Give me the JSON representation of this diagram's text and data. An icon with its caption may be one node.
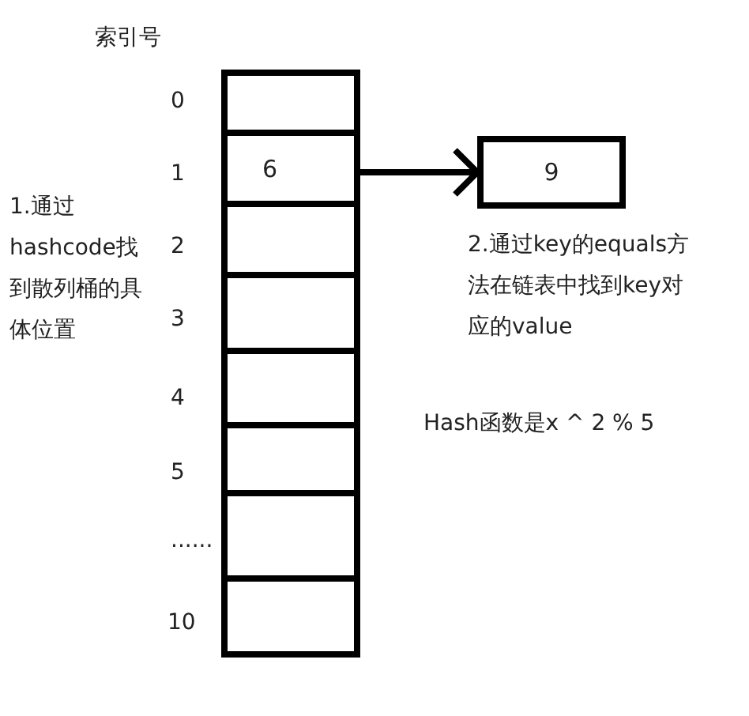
{
  "diagram": {
    "nodes": [
      {
        "text": [],
        "shape": "box"
      },
      {
        "text": [
          "6"
        ]
      },
      {
        "text": [],
        "shape": "box"
      },
      {
        "text": [],
        "shape": "box"
      },
      {
        "text": [],
        "shape": "box"
      },
      {
        "text": [],
        "shape": "box"
      },
      {
        "text": [],
        "shape": "box"
      },
      {
        "text": [],
        "shape": "box"
      },
      {
        "text": [
          "9"
        ]
      }
    ],
    "edges": [
      {
        "from": 1,
        "to": 8,
        "arrow": "to"
      }
    ],
    "labels": [
      "索引号",
      "0",
      "1",
      "1.通过hashcode找到散列桶的具体位置",
      "2",
      "3",
      "4",
      "5",
      "......",
      "10",
      "2.通过key的equals方法在链表中找到key对应的value",
      "Hash函数是x ^ 2 % 5"
    ]
  }
}
